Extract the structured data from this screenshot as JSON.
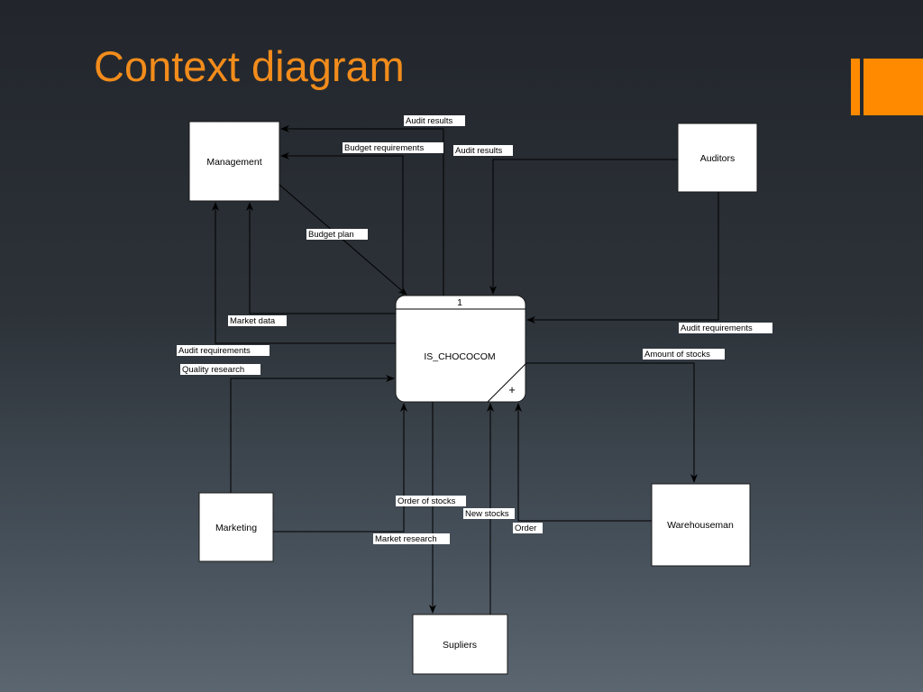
{
  "slide": {
    "title": "Context diagram"
  },
  "colors": {
    "title": "#f28c1b",
    "accent": "#ff8a00",
    "background_top": "#22262c",
    "background_bottom": "#5b6671"
  },
  "diagram": {
    "process": {
      "number": "1",
      "name": "IS_CHOCOCOM",
      "expand_marker": "+"
    },
    "entities": {
      "management": "Management",
      "auditors": "Auditors",
      "marketing": "Marketing",
      "warehouseman": "Warehouseman",
      "supliers": "Supliers"
    },
    "flows": {
      "audit_results_to_management": "Audit results",
      "budget_requirements": "Budget requirements",
      "audit_results_from_auditors": "Audit results",
      "budget_plan": "Budget plan",
      "market_data": "Market data",
      "audit_requirements_to_management": "Audit requirements",
      "quality_research": "Quality research",
      "audit_requirements_from_auditors": "Audit requirements",
      "amount_of_stocks": "Amount of stocks",
      "order_of_stocks": "Order of stocks",
      "new_stocks": "New stocks",
      "order": "Order",
      "market_research": "Market research"
    }
  }
}
